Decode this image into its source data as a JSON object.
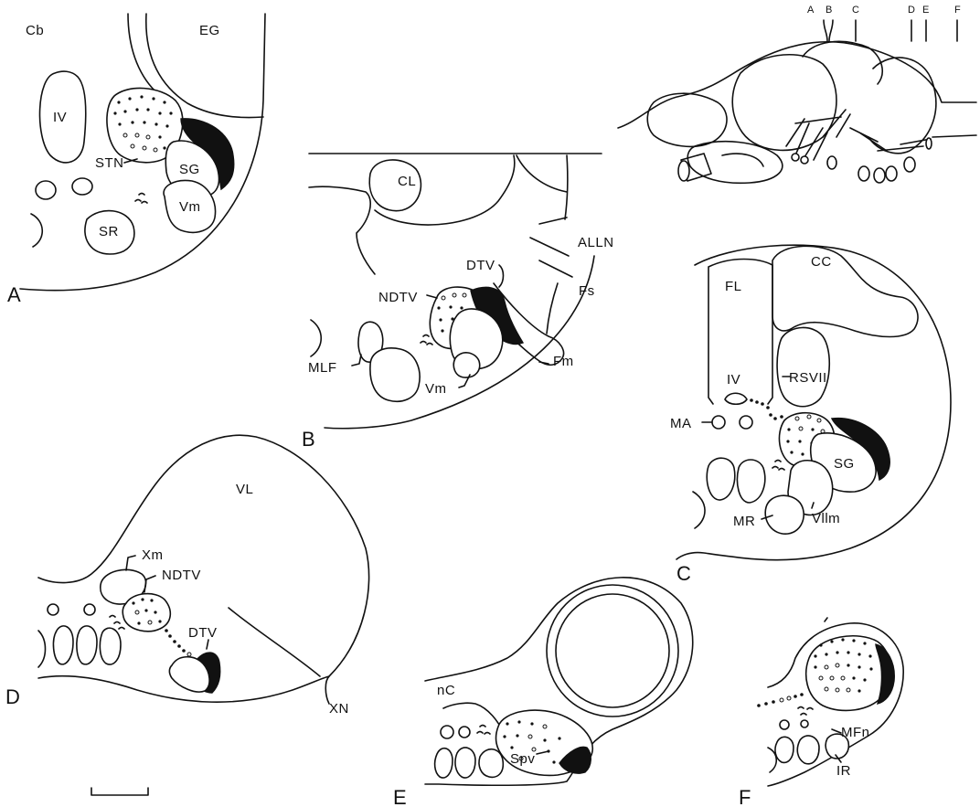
{
  "panels": {
    "A": {
      "letter": "A",
      "labels": {
        "cb": "Cb",
        "eg": "EG",
        "iv": "IV",
        "stn": "STN",
        "sg": "SG",
        "vm": "Vm",
        "sr": "SR"
      }
    },
    "B": {
      "letter": "B",
      "labels": {
        "cl": "CL",
        "alln": "ALLN",
        "dtv": "DTV",
        "ndtv": "NDTV",
        "fs": "Fs",
        "mlf": "MLF",
        "vm": "Vm",
        "fm": "Fm"
      }
    },
    "C": {
      "letter": "C",
      "labels": {
        "fl": "FL",
        "cc": "CC",
        "iv": "IV",
        "rsvii": "RSVII",
        "ma": "MA",
        "sg": "SG",
        "vllm": "Vllm",
        "mr": "MR"
      }
    },
    "D": {
      "letter": "D",
      "labels": {
        "vl": "VL",
        "xm": "Xm",
        "ndtv": "NDTV",
        "dtv": "DTV",
        "xn": "XN"
      }
    },
    "E": {
      "letter": "E",
      "labels": {
        "nc": "nC",
        "spv": "Spv"
      }
    },
    "F": {
      "letter": "F",
      "labels": {
        "mfn": "MFn",
        "ir": "IR"
      }
    }
  },
  "brain_inset": {
    "section_markers": [
      "A",
      "B",
      "C",
      "D",
      "E",
      "F"
    ]
  }
}
